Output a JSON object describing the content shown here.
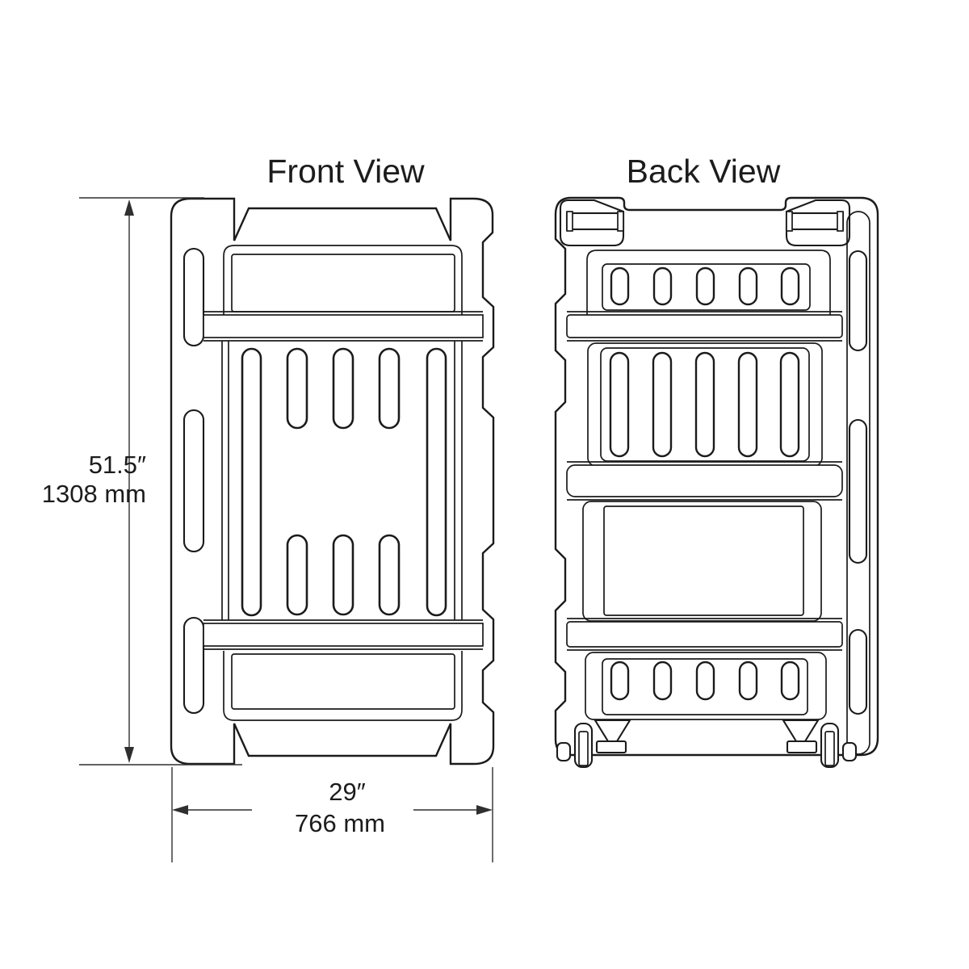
{
  "diagram": {
    "type": "technical-drawing",
    "subject": "roto-molded rack case, front and back elevation views",
    "background_color": "#ffffff",
    "line_color": "#1b1b1b",
    "dimension_line_color": "#2f2f2f",
    "views": [
      {
        "id": "front",
        "label": "Front View"
      },
      {
        "id": "back",
        "label": "Back View"
      }
    ],
    "dimensions": {
      "height": {
        "inches": "51.5″",
        "millimeters": "1308 mm"
      },
      "width": {
        "inches": "29″",
        "millimeters": "766 mm"
      }
    }
  }
}
